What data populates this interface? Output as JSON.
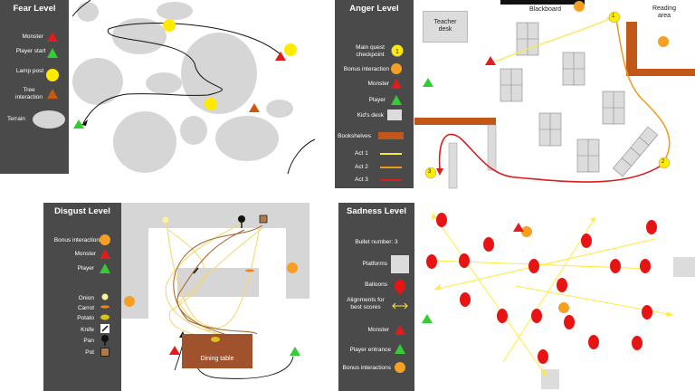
{
  "fear": {
    "title": "Fear Level",
    "legend": {
      "monster": "Monster",
      "player_start": "Player start",
      "lamp_post": "Lamp post",
      "tree": "Tree interaction",
      "terrain": "Terrain"
    }
  },
  "anger": {
    "title": "Anger Level",
    "legend": {
      "checkpoint": "Main quest checkpoint",
      "bonus": "Bonus interaction",
      "monster": "Monster",
      "player": "Player",
      "desk": "Kid's desk",
      "bookshelves": "Bookshelves",
      "act1": "Act 1",
      "act2": "Act 2",
      "act3": "Act 3"
    },
    "map": {
      "teacher_desk": "Teacher desk",
      "blackboard": "Blackboard",
      "reading_area": "Reading area",
      "checkpoints": [
        "1",
        "2",
        "3"
      ]
    }
  },
  "disgust": {
    "title": "Disgust Level",
    "legend": {
      "bonus": "Bonus interaction",
      "monster": "Monster",
      "player": "Player",
      "onion": "Onion",
      "carrot": "Carrot",
      "potato": "Potato",
      "knife": "Knife",
      "pan": "Pan",
      "pot": "Pot"
    },
    "map": {
      "dining_table": "Dining table"
    }
  },
  "sadness": {
    "title": "Sadness Level",
    "legend": {
      "bullet": "Bullet number: 3",
      "platforms": "Platforms",
      "balloons": "Balloons",
      "alignments": "Alignments for best scores",
      "monster": "Monster",
      "player_entrance": "Player entrance",
      "bonus": "Bonus interactions"
    }
  },
  "colors": {
    "legend_bg": "#4a4a4a",
    "monster": "#e31b1b",
    "player": "#33cc33",
    "lamp": "#ffeb00",
    "tree": "#c85a10",
    "bonus": "#f5a023",
    "bookshelf": "#c2571a",
    "terrain": "#d6d6d6",
    "act1": "#f7e94a",
    "act2": "#f09a1c",
    "act3": "#d81e1e",
    "balloon": "#e81414"
  }
}
